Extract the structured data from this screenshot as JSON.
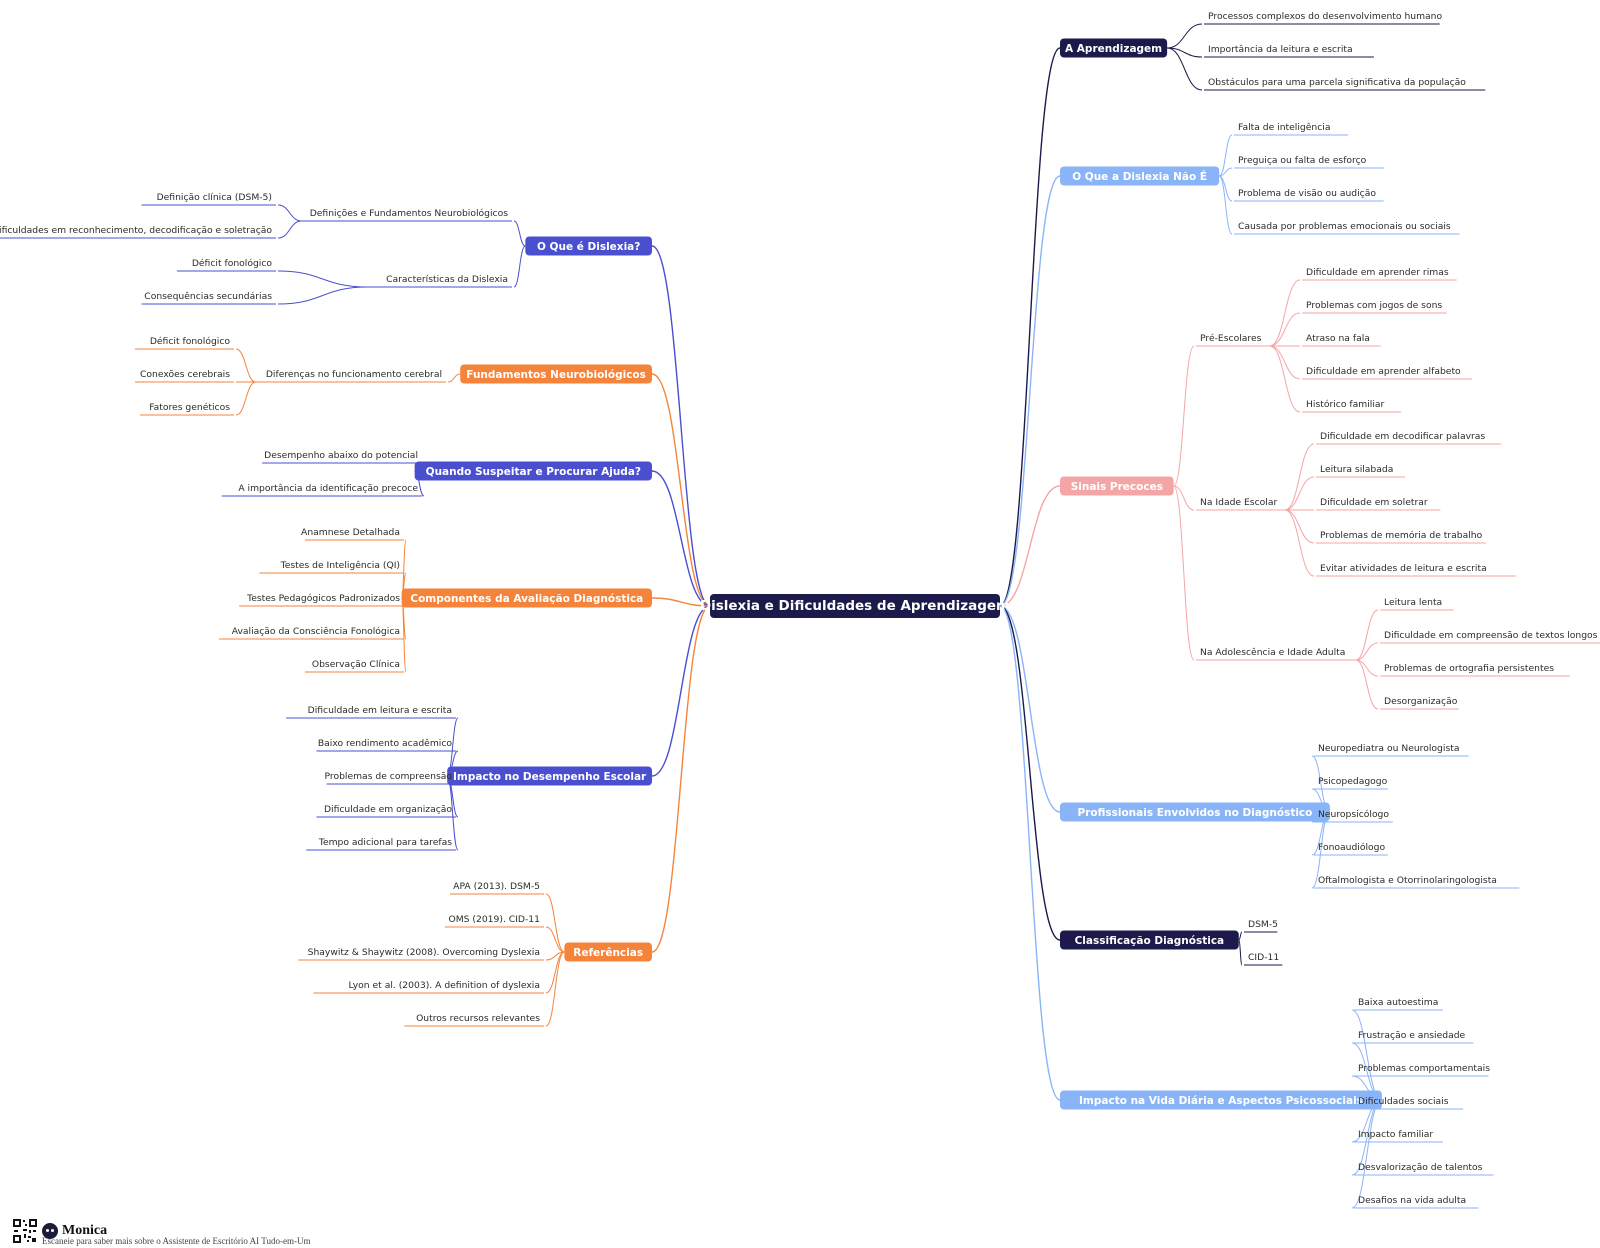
{
  "root": {
    "label": "Dislexia e Dificuldades de Aprendizagem",
    "color": "#1b1a4a"
  },
  "branches": [
    {
      "label": "A Aprendizagem",
      "side": "right",
      "color": "#1b1a4a",
      "children": [
        {
          "label": "Processos complexos do desenvolvimento humano"
        },
        {
          "label": "Importância da leitura e escrita"
        },
        {
          "label": "Obstáculos para uma parcela significativa da população"
        }
      ]
    },
    {
      "label": "O Que a Dislexia Não É",
      "side": "right",
      "color": "#8ab4f8",
      "children": [
        {
          "label": "Falta de inteligência"
        },
        {
          "label": "Preguiça ou falta de esforço"
        },
        {
          "label": "Problema de visão ou audição"
        },
        {
          "label": "Causada por problemas emocionais ou sociais"
        }
      ]
    },
    {
      "label": "Sinais Precoces",
      "side": "right",
      "color": "#f4a6a6",
      "children": [
        {
          "label": "Pré-Escolares",
          "children": [
            {
              "label": "Dificuldade em aprender rimas"
            },
            {
              "label": "Problemas com jogos de sons"
            },
            {
              "label": "Atraso na fala"
            },
            {
              "label": "Dificuldade em aprender alfabeto"
            },
            {
              "label": "Histórico familiar"
            }
          ]
        },
        {
          "label": "Na Idade Escolar",
          "children": [
            {
              "label": "Dificuldade em decodificar palavras"
            },
            {
              "label": "Leitura silabada"
            },
            {
              "label": "Dificuldade em soletrar"
            },
            {
              "label": "Problemas de memória de trabalho"
            },
            {
              "label": "Evitar atividades de leitura e escrita"
            }
          ]
        },
        {
          "label": "Na Adolescência e Idade Adulta",
          "children": [
            {
              "label": "Leitura lenta"
            },
            {
              "label": "Dificuldade em compreensão de textos longos"
            },
            {
              "label": "Problemas de ortografia persistentes"
            },
            {
              "label": "Desorganização"
            }
          ]
        }
      ]
    },
    {
      "label": "Profissionais Envolvidos no Diagnóstico",
      "side": "right",
      "color": "#8ab4f8",
      "children": [
        {
          "label": "Neuropediatra ou Neurologista"
        },
        {
          "label": "Psicopedagogo"
        },
        {
          "label": "Neuropsicólogo"
        },
        {
          "label": "Fonoaudiólogo"
        },
        {
          "label": "Oftalmologista e Otorrinolaringologista"
        }
      ]
    },
    {
      "label": "Classificação Diagnóstica",
      "side": "right",
      "color": "#1b1a4a",
      "children": [
        {
          "label": "DSM-5"
        },
        {
          "label": "CID-11"
        }
      ]
    },
    {
      "label": "Impacto na Vida Diária e Aspectos Psicossociais",
      "side": "right",
      "color": "#8ab4f8",
      "children": [
        {
          "label": "Baixa autoestima"
        },
        {
          "label": "Frustração e ansiedade"
        },
        {
          "label": "Problemas comportamentais"
        },
        {
          "label": "Dificuldades sociais"
        },
        {
          "label": "Impacto familiar"
        },
        {
          "label": "Desvalorização de talentos"
        },
        {
          "label": "Desafios na vida adulta"
        }
      ]
    },
    {
      "label": "O Que é Dislexia?",
      "side": "left",
      "color": "#4a4fd0",
      "children": [
        {
          "label": "Definições e Fundamentos Neurobiológicos",
          "children": [
            {
              "label": "Definição clínica (DSM-5)"
            },
            {
              "label": "Dificuldades em reconhecimento, decodificação e soletração"
            }
          ]
        },
        {
          "label": "Características da Dislexia",
          "children": [
            {
              "label": "Déficit fonológico"
            },
            {
              "label": "Consequências secundárias"
            }
          ]
        }
      ]
    },
    {
      "label": "Fundamentos Neurobiológicos",
      "side": "left",
      "color": "#f5843a",
      "children": [
        {
          "label": "Diferenças no funcionamento cerebral",
          "children": [
            {
              "label": "Déficit fonológico"
            },
            {
              "label": "Conexões cerebrais"
            },
            {
              "label": "Fatores genéticos"
            }
          ]
        }
      ]
    },
    {
      "label": "Quando Suspeitar e Procurar Ajuda?",
      "side": "left",
      "color": "#4a4fd0",
      "children": [
        {
          "label": "Desempenho abaixo do potencial"
        },
        {
          "label": "A importância da identificação precoce"
        }
      ]
    },
    {
      "label": "Componentes da Avaliação Diagnóstica",
      "side": "left",
      "color": "#f5843a",
      "children": [
        {
          "label": "Anamnese Detalhada"
        },
        {
          "label": "Testes de Inteligência (QI)"
        },
        {
          "label": "Testes Pedagógicos Padronizados"
        },
        {
          "label": "Avaliação da Consciência Fonológica"
        },
        {
          "label": "Observação Clínica"
        }
      ]
    },
    {
      "label": "Impacto no Desempenho Escolar",
      "side": "left",
      "color": "#4a4fd0",
      "children": [
        {
          "label": "Dificuldade em leitura e escrita"
        },
        {
          "label": "Baixo rendimento acadêmico"
        },
        {
          "label": "Problemas de compreensão"
        },
        {
          "label": "Dificuldade em organização"
        },
        {
          "label": "Tempo adicional para tarefas"
        }
      ]
    },
    {
      "label": "Referências",
      "side": "left",
      "color": "#f5843a",
      "children": [
        {
          "label": "APA (2013). DSM-5"
        },
        {
          "label": "OMS (2019). CID-11"
        },
        {
          "label": "Shaywitz & Shaywitz (2008). Overcoming Dyslexia"
        },
        {
          "label": "Lyon et al. (2003). A definition of dyslexia"
        },
        {
          "label": "Outros recursos relevantes"
        }
      ]
    }
  ],
  "footer": {
    "brand": "Monica",
    "caption": "Escaneie para saber mais sobre o Assistente de Escritório AI Tudo-em-Um"
  }
}
